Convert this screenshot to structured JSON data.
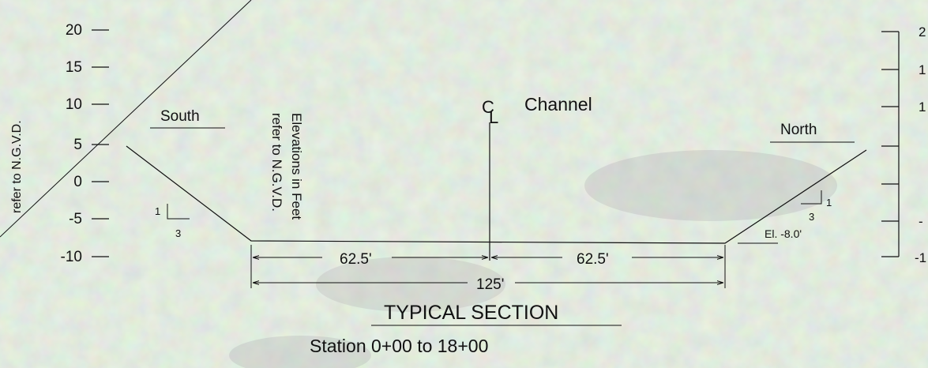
{
  "left_axis": {
    "ticks": [
      "20",
      "15",
      "10",
      "5",
      "0",
      "-5",
      "-10"
    ],
    "rotated_label": "refer to N.G.V.D."
  },
  "right_axis": {
    "partial_labels": [
      "2",
      "1",
      "1",
      "-",
      "-1"
    ]
  },
  "section": {
    "south_label": "South",
    "north_label": "North",
    "channel_label": "Channel",
    "centerline_c": "C",
    "centerline_l": "L",
    "elevation_note_line1": "Elevations in Feet",
    "elevation_note_line2": "refer to N.G.V.D.",
    "slope_left_rise": "1",
    "slope_left_run": "3",
    "slope_right_rise": "1",
    "slope_right_run": "3",
    "bottom_elevation": "El. -8.0'",
    "dim_left_half": "62.5'",
    "dim_right_half": "62.5'",
    "dim_total": "125'"
  },
  "title": {
    "main": "TYPICAL SECTION",
    "station": "Station 0+00 to 18+00"
  },
  "colors": {
    "background": "#c9dcc4",
    "ink": "#111111"
  }
}
